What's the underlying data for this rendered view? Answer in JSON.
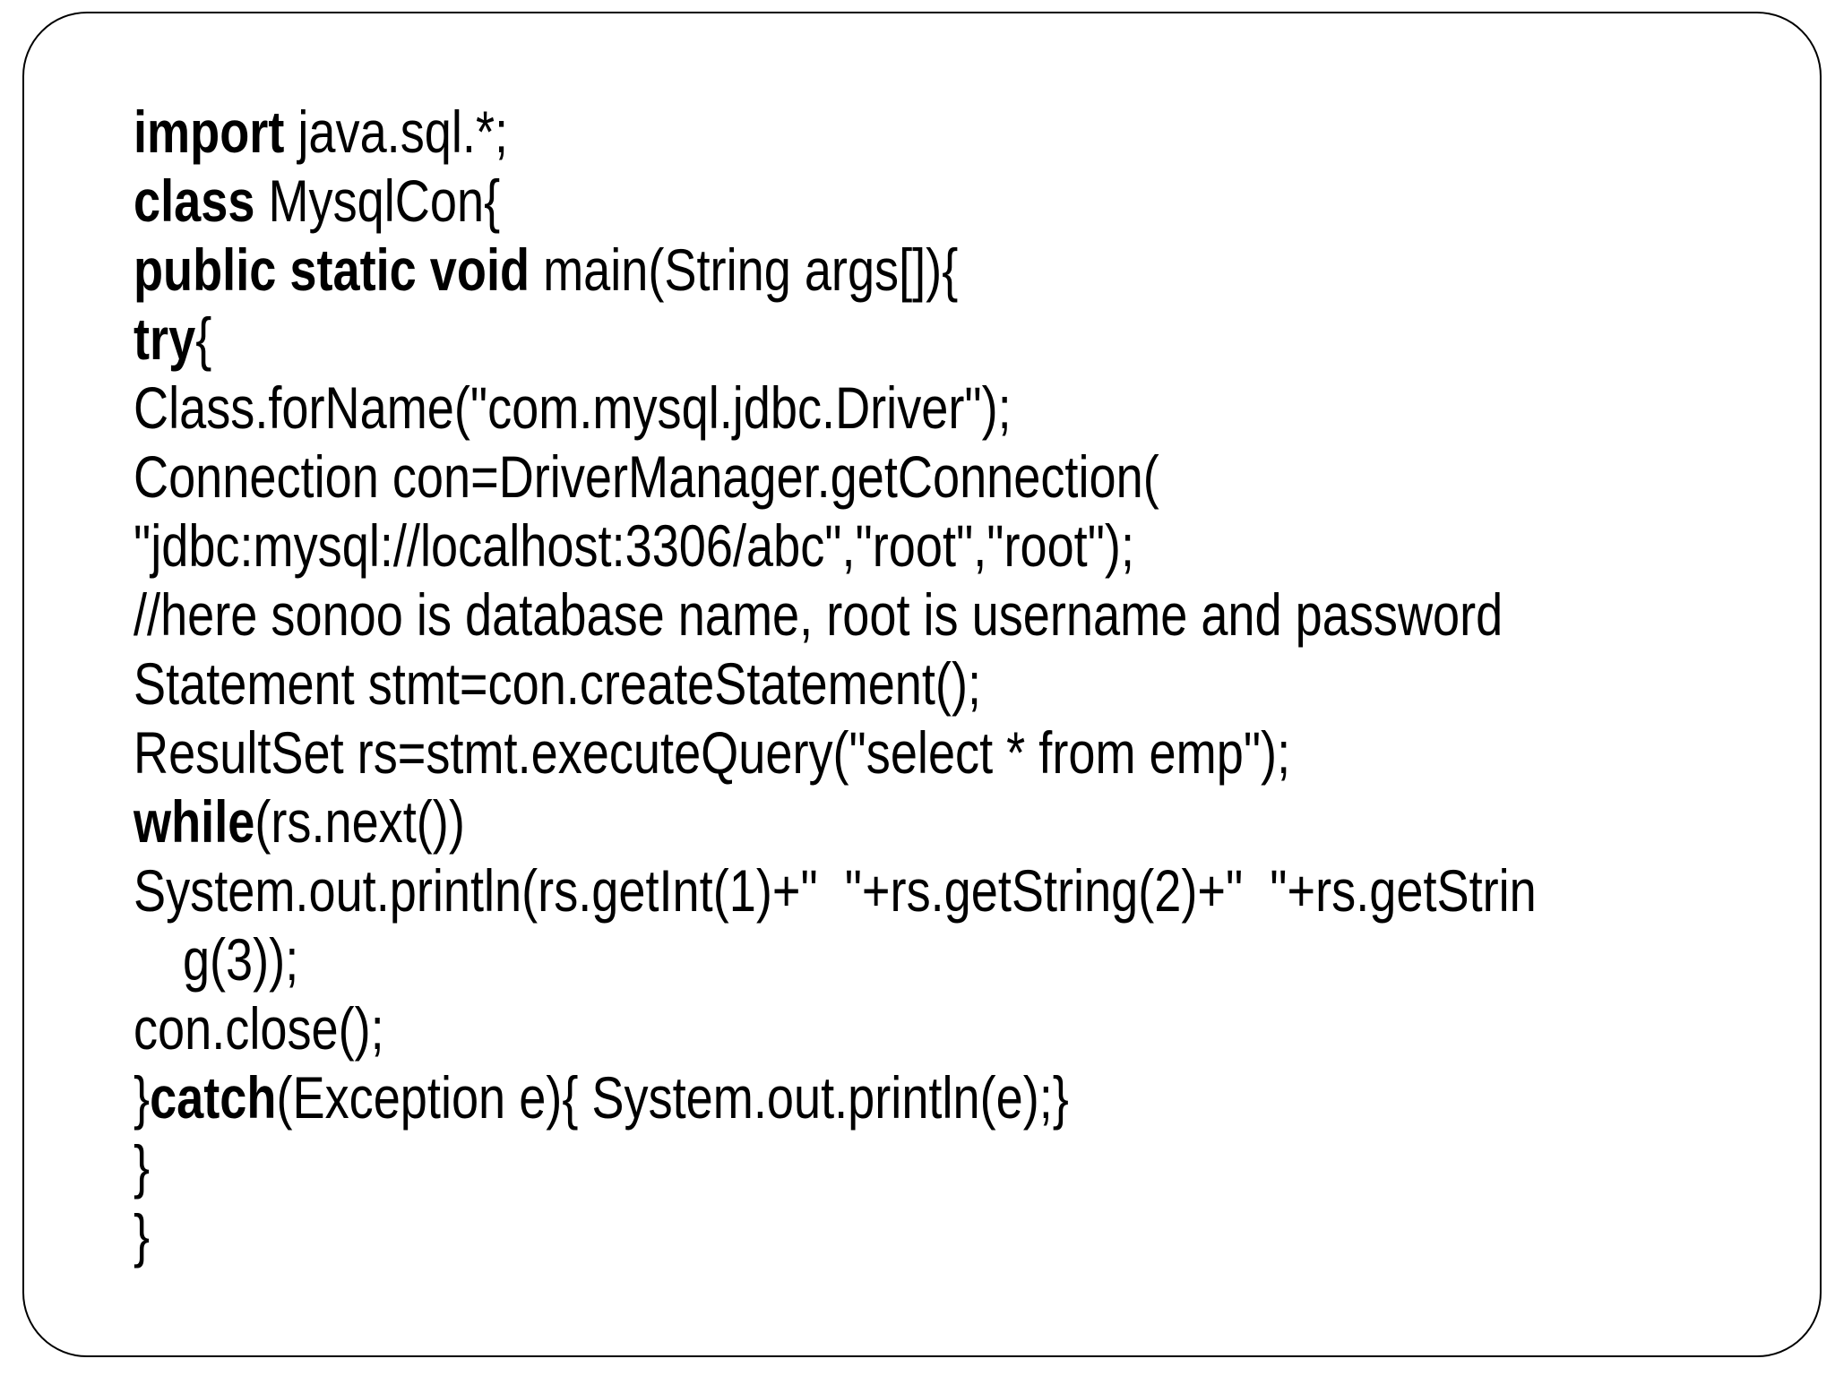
{
  "slide": {
    "colors": {
      "background": "#ffffff",
      "frame_border": "#000000",
      "text": "#000000"
    },
    "code": {
      "language": "java",
      "lines": [
        {
          "indent": false,
          "segments": [
            {
              "text": "import",
              "bold": true
            },
            {
              "text": " java.sql.*;",
              "bold": false
            }
          ]
        },
        {
          "indent": false,
          "segments": [
            {
              "text": "class",
              "bold": true
            },
            {
              "text": " MysqlCon{",
              "bold": false
            }
          ]
        },
        {
          "indent": false,
          "segments": [
            {
              "text": "public static void",
              "bold": true
            },
            {
              "text": " main(String args[]){",
              "bold": false
            }
          ]
        },
        {
          "indent": false,
          "segments": [
            {
              "text": "try",
              "bold": true
            },
            {
              "text": "{",
              "bold": false
            }
          ]
        },
        {
          "indent": false,
          "segments": [
            {
              "text": "Class.forName(\"com.mysql.jdbc.Driver\");",
              "bold": false
            }
          ]
        },
        {
          "indent": false,
          "segments": [
            {
              "text": "Connection con=DriverManager.getConnection(",
              "bold": false
            }
          ]
        },
        {
          "indent": false,
          "segments": [
            {
              "text": "\"jdbc:mysql://localhost:3306/abc\",\"root\",\"root\");",
              "bold": false
            }
          ]
        },
        {
          "indent": false,
          "segments": [
            {
              "text": "//here sonoo is database name, root is username and password",
              "bold": false
            }
          ]
        },
        {
          "indent": false,
          "segments": [
            {
              "text": "Statement stmt=con.createStatement();",
              "bold": false
            }
          ]
        },
        {
          "indent": false,
          "segments": [
            {
              "text": "ResultSet rs=stmt.executeQuery(\"select * from emp\");",
              "bold": false
            }
          ]
        },
        {
          "indent": false,
          "segments": [
            {
              "text": "while",
              "bold": true
            },
            {
              "text": "(rs.next())",
              "bold": false
            }
          ]
        },
        {
          "indent": false,
          "segments": [
            {
              "text": "System.out.println(rs.getInt(1)+\"  \"+rs.getString(2)+\"  \"+rs.getStrin",
              "bold": false
            }
          ]
        },
        {
          "indent": true,
          "segments": [
            {
              "text": "g(3));",
              "bold": false
            }
          ]
        },
        {
          "indent": false,
          "segments": [
            {
              "text": "con.close();",
              "bold": false
            }
          ]
        },
        {
          "indent": false,
          "segments": [
            {
              "text": "}",
              "bold": false
            },
            {
              "text": "catch",
              "bold": true
            },
            {
              "text": "(Exception e){ System.out.println(e);}",
              "bold": false
            }
          ]
        },
        {
          "indent": false,
          "segments": [
            {
              "text": "}",
              "bold": false
            }
          ]
        },
        {
          "indent": false,
          "segments": [
            {
              "text": "}",
              "bold": false
            }
          ]
        }
      ]
    }
  }
}
